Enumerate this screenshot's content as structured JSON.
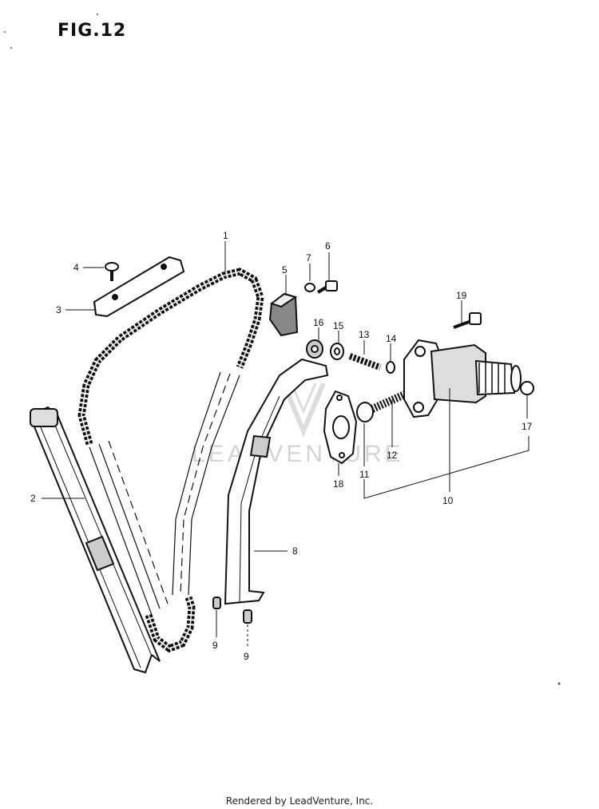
{
  "figure": {
    "title": "FIG.12"
  },
  "watermark": "LEADVENTURE",
  "footer": "Rendered by LeadVenture, Inc.",
  "callouts": {
    "c1": "1",
    "c2": "2",
    "c3": "3",
    "c4": "4",
    "c5": "5",
    "c6": "6",
    "c7": "7",
    "c8": "8",
    "c9a": "9",
    "c9b": "9",
    "c10": "10",
    "c11": "11",
    "c12": "12",
    "c13": "13",
    "c14": "14",
    "c15": "15",
    "c16": "16",
    "c17": "17",
    "c18": "18",
    "c19": "19"
  },
  "colors": {
    "ink": "#111111",
    "paper": "#ffffff",
    "watermark": "#d4d4d4"
  }
}
